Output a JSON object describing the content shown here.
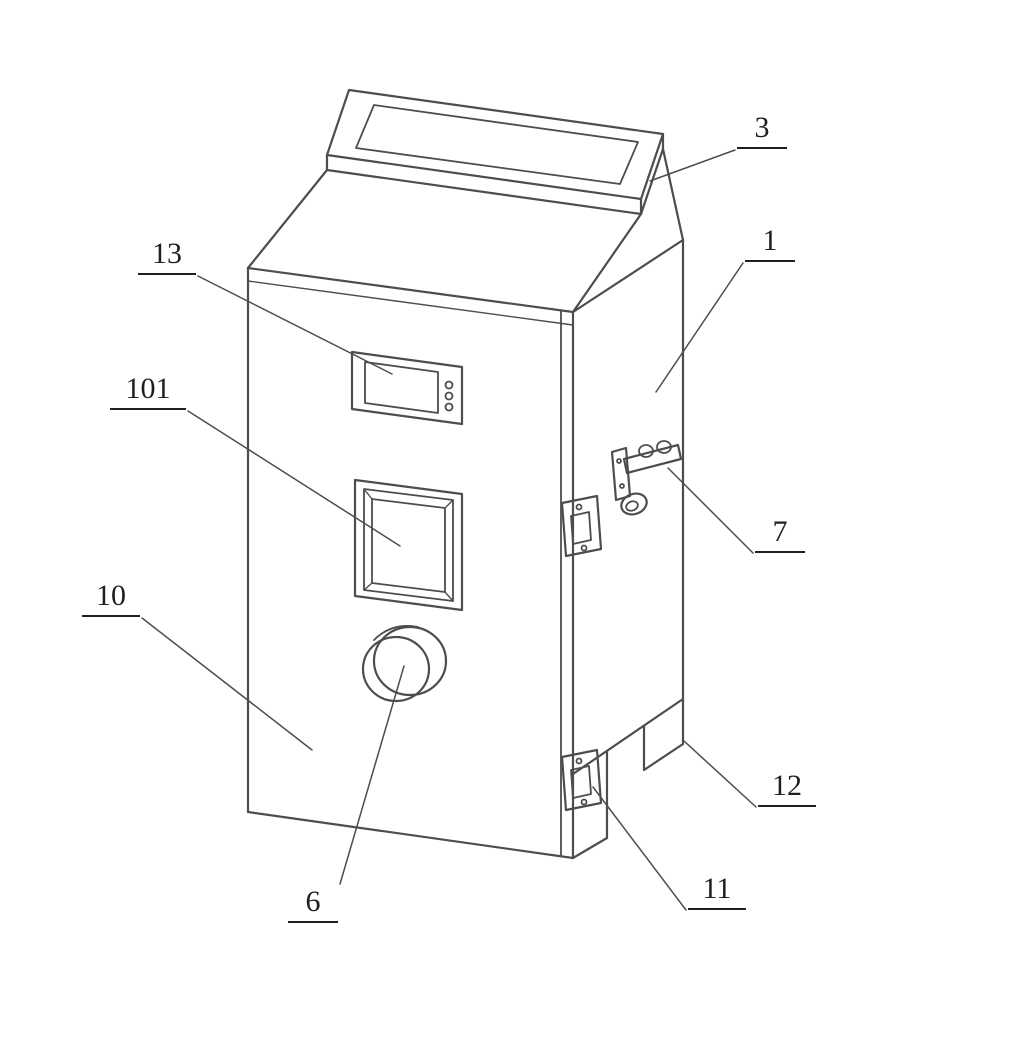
{
  "figure": {
    "type": "patent-line-drawing",
    "subject": "isometric cabinet with display panel, window, knob, hinges, latch handle and feet"
  },
  "colors": {
    "background": "#ffffff",
    "line": "#4d4d4d",
    "label_text": "#1f1f1f"
  },
  "labels": [
    {
      "text": "3",
      "target": "top-lid"
    },
    {
      "text": "1",
      "target": "cabinet-right-panel"
    },
    {
      "text": "13",
      "target": "display-panel"
    },
    {
      "text": "101",
      "target": "window-frame"
    },
    {
      "text": "10",
      "target": "front-door"
    },
    {
      "text": "7",
      "target": "handle-latch"
    },
    {
      "text": "12",
      "target": "support-foot"
    },
    {
      "text": "11",
      "target": "hinge-lower"
    },
    {
      "text": "6",
      "target": "knob"
    }
  ]
}
